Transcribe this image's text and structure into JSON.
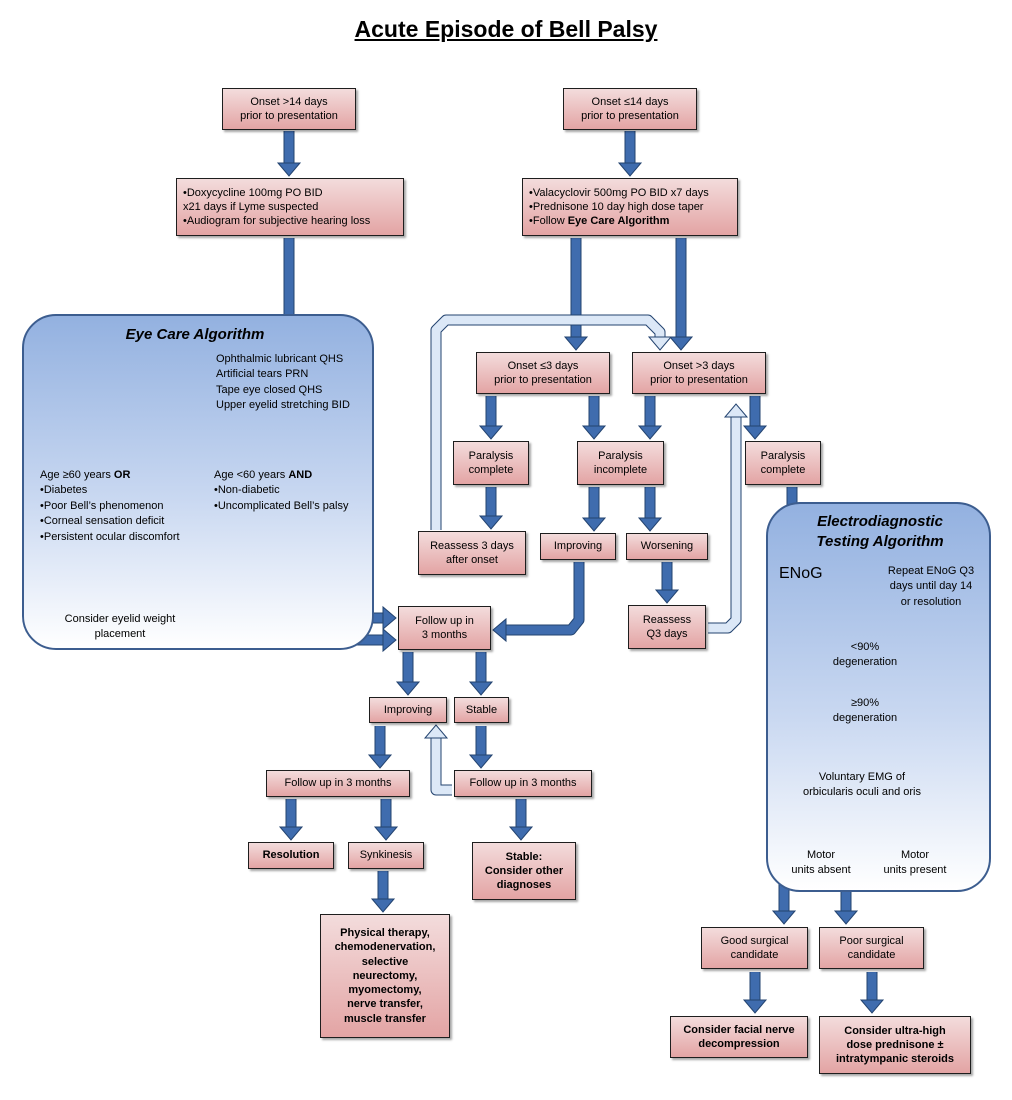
{
  "title": "Acute Episode of Bell Palsy",
  "nodes": {
    "onset_gt14": "Onset >14 days\nprior to presentation",
    "onset_le14": "Onset ≤14 days\nprior to presentation",
    "doxy": "•Doxycycline 100mg PO BID\n   x21 days if Lyme  suspected\n•Audiogram for subjective hearing loss",
    "valacyclovir": "•Valacyclovir 500mg PO BID x7 days\n•Prednisone 10 day high dose taper\n•Follow ",
    "valacyclovir_bold": "Eye Care Algorithm",
    "onset_le3": "Onset ≤3 days\nprior to presentation",
    "onset_gt3": "Onset >3 days\nprior to presentation",
    "paralysis_complete_a": "Paralysis\ncomplete",
    "paralysis_incomplete": "Paralysis\nincomplete",
    "paralysis_complete_b": "Paralysis\ncomplete",
    "reassess_3days": "Reassess 3 days\nafter onset",
    "improving_a": "Improving",
    "worsening": "Worsening",
    "reassess_q3": "Reassess\nQ3 days",
    "followup_3mo": "Follow up in\n3 months",
    "improving_b": "Improving",
    "stable": "Stable",
    "followup_left": "Follow up in 3 months",
    "followup_right": "Follow up in 3 months",
    "resolution": "Resolution",
    "synkinesis": "Synkinesis",
    "stable_other": "Stable:\nConsider other\ndiagnoses",
    "physical_therapy": "Physical  therapy,\nchemodenervation,\nselective\nneurectomy,\nmyomectomy,\nnerve transfer,\nmuscle transfer",
    "good_candidate": "Good surgical\ncandidate",
    "poor_candidate": "Poor surgical\ncandidate",
    "facial_decompression": "Consider facial nerve\ndecompression",
    "ultra_high": "Consider ultra-high\ndose prednisone ±\nintratympanic steroids"
  },
  "eye_care": {
    "title": "Eye Care Algorithm",
    "therapy": "Ophthalmic lubricant QHS\nArtificial tears PRN\nTape eye  closed QHS\nUpper eyelid stretching BID",
    "age_ge60_head": "Age  ≥60 years ",
    "age_ge60_op": "OR",
    "age_ge60_list": "•Diabetes\n•Poor Bell’s phenomenon\n•Corneal sensation deficit\n•Persistent ocular discomfort",
    "age_lt60_head": "Age  <60 years ",
    "age_lt60_op": "AND",
    "age_lt60_list": "•Non-diabetic\n•Uncomplicated Bell’s palsy",
    "eyelid_weight": "Consider eyelid weight\nplacement"
  },
  "electro": {
    "title": "Electrodiagnostic\nTesting Algorithm",
    "enog": "ENoG",
    "repeat": "Repeat ENoG  Q3\ndays until day 14\nor resolution",
    "lt90": "<90%\ndegeneration",
    "ge90": "≥90%\ndegeneration",
    "emg": "Voluntary EMG  of\norbicularis oculi and oris",
    "motor_absent": "Motor\nunits absent",
    "motor_present": "Motor\nunits present"
  },
  "colors": {
    "box_top": "#f3dcdc",
    "box_bottom": "#e3a4a4",
    "arrow_fill": "#3f6cae",
    "arrow_edge": "#23436f",
    "panel_top": "#93b1e0",
    "hollow_arrow": "#dce8f7"
  }
}
